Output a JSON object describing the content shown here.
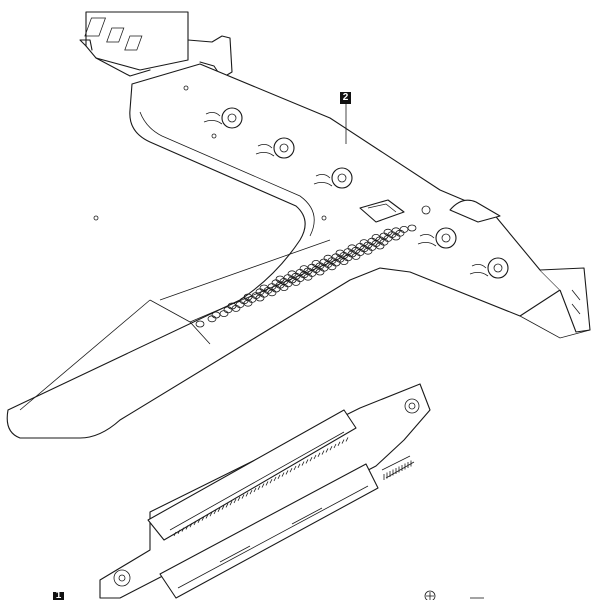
{
  "diagram": {
    "callouts": [
      {
        "id": "callout-2",
        "label": "2"
      },
      {
        "id": "callout-1",
        "label": "1"
      }
    ]
  },
  "colors": {
    "line": "#1a1a1a",
    "background": "#ffffff",
    "callout_bg": "#111111",
    "callout_text": "#ffffff"
  }
}
